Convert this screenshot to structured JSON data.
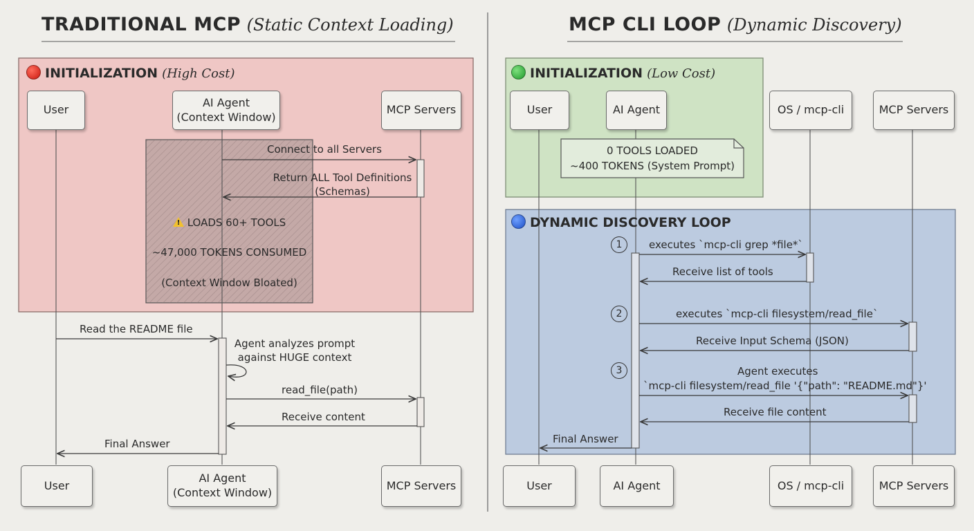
{
  "left": {
    "title_bold": "TRADITIONAL MCP",
    "title_paren": "(Static Context Loading)",
    "init": {
      "title_bold": "INITIALIZATION",
      "title_paren": "(High Cost)"
    },
    "actors_top": [
      "User",
      "AI Agent\n(Context Window)",
      "MCP Servers"
    ],
    "actors_bottom": [
      "User",
      "AI Agent\n(Context Window)",
      "MCP Servers"
    ],
    "msg_connect": "Connect to all Servers",
    "msg_return": "Return ALL Tool Definitions\n(Schemas)",
    "load_note_1": "LOADS 60+ TOOLS",
    "load_note_2": "~47,000 TOKENS CONSUMED",
    "load_note_3": "(Context Window Bloated)",
    "msg_readme": "Read the README file",
    "msg_analyze": "Agent analyzes prompt\nagainst HUGE context",
    "msg_readfile": "read_file(path)",
    "msg_receive": "Receive content",
    "msg_final": "Final Answer"
  },
  "right": {
    "title_bold": "MCP CLI LOOP",
    "title_paren": "(Dynamic Discovery)",
    "init": {
      "title_bold": "INITIALIZATION",
      "title_paren": "(Low Cost)"
    },
    "loop": {
      "title_bold": "DYNAMIC DISCOVERY LOOP"
    },
    "actors_top": [
      "User",
      "AI Agent",
      "OS / mcp-cli",
      "MCP Servers"
    ],
    "actors_bottom": [
      "User",
      "AI Agent",
      "OS / mcp-cli",
      "MCP Servers"
    ],
    "init_note": "0 TOOLS LOADED\n~400 TOKENS (System Prompt)",
    "steps": [
      "1",
      "2",
      "3"
    ],
    "msg_grep": "executes `mcp-cli grep *file*`",
    "msg_list": "Receive list of tools",
    "msg_read_schema": "executes `mcp-cli filesystem/read_file`",
    "msg_schema": "Receive Input Schema (JSON)",
    "msg_exec_1": "Agent executes",
    "msg_exec_2": "`mcp-cli filesystem/read_file '{\"path\": \"README.md\"}'",
    "msg_file": "Receive file content",
    "msg_final": "Final Answer"
  },
  "colors": {
    "init_high": "#efc7c5",
    "init_low": "#cfe3c4",
    "loop": "#bccbe0"
  }
}
